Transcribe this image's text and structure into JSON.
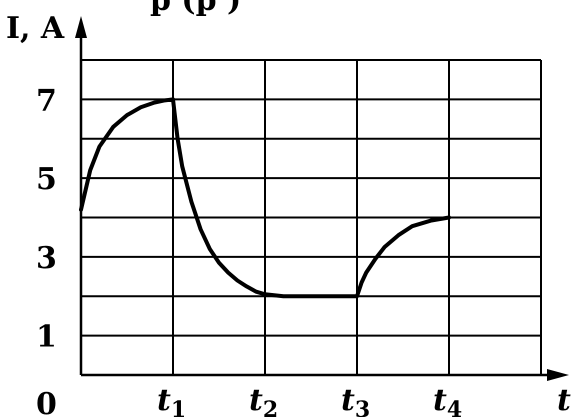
{
  "header": {
    "cropped_text": "р              (р     )"
  },
  "chart_data": {
    "type": "line",
    "title": "",
    "ylabel": "I, A",
    "xlabel": "t",
    "origin_label": "0",
    "y_ticks": [
      {
        "value": 1,
        "label": "1"
      },
      {
        "value": 3,
        "label": "3"
      },
      {
        "value": 5,
        "label": "5"
      },
      {
        "value": 7,
        "label": "7"
      }
    ],
    "x_ticks": [
      {
        "value": 1,
        "label": "t",
        "sub": "1"
      },
      {
        "value": 2,
        "label": "t",
        "sub": "2"
      },
      {
        "value": 3,
        "label": "t",
        "sub": "3"
      },
      {
        "value": 4,
        "label": "t",
        "sub": "4"
      }
    ],
    "xlim": [
      0,
      5
    ],
    "ylim": [
      0,
      8
    ],
    "grid": true,
    "grid_x_step": 1,
    "grid_y_step": 1,
    "series": [
      {
        "x": [
          0,
          0.1,
          0.2,
          0.35,
          0.5,
          0.65,
          0.8,
          0.9,
          1.0,
          1.0,
          1.05,
          1.1,
          1.2,
          1.3,
          1.4,
          1.5,
          1.6,
          1.7,
          1.8,
          1.9,
          2.0,
          2.2,
          2.4,
          2.6,
          2.8,
          3.0,
          3.05,
          3.1,
          3.2,
          3.3,
          3.45,
          3.6,
          3.8,
          4.0
        ],
        "y": [
          4.2,
          5.2,
          5.8,
          6.3,
          6.6,
          6.8,
          6.92,
          6.97,
          7.0,
          7.0,
          6.0,
          5.3,
          4.4,
          3.7,
          3.2,
          2.85,
          2.6,
          2.4,
          2.25,
          2.12,
          2.05,
          2.0,
          2.0,
          2.0,
          2.0,
          2.0,
          2.35,
          2.6,
          2.95,
          3.25,
          3.55,
          3.78,
          3.92,
          4.0
        ]
      }
    ]
  }
}
